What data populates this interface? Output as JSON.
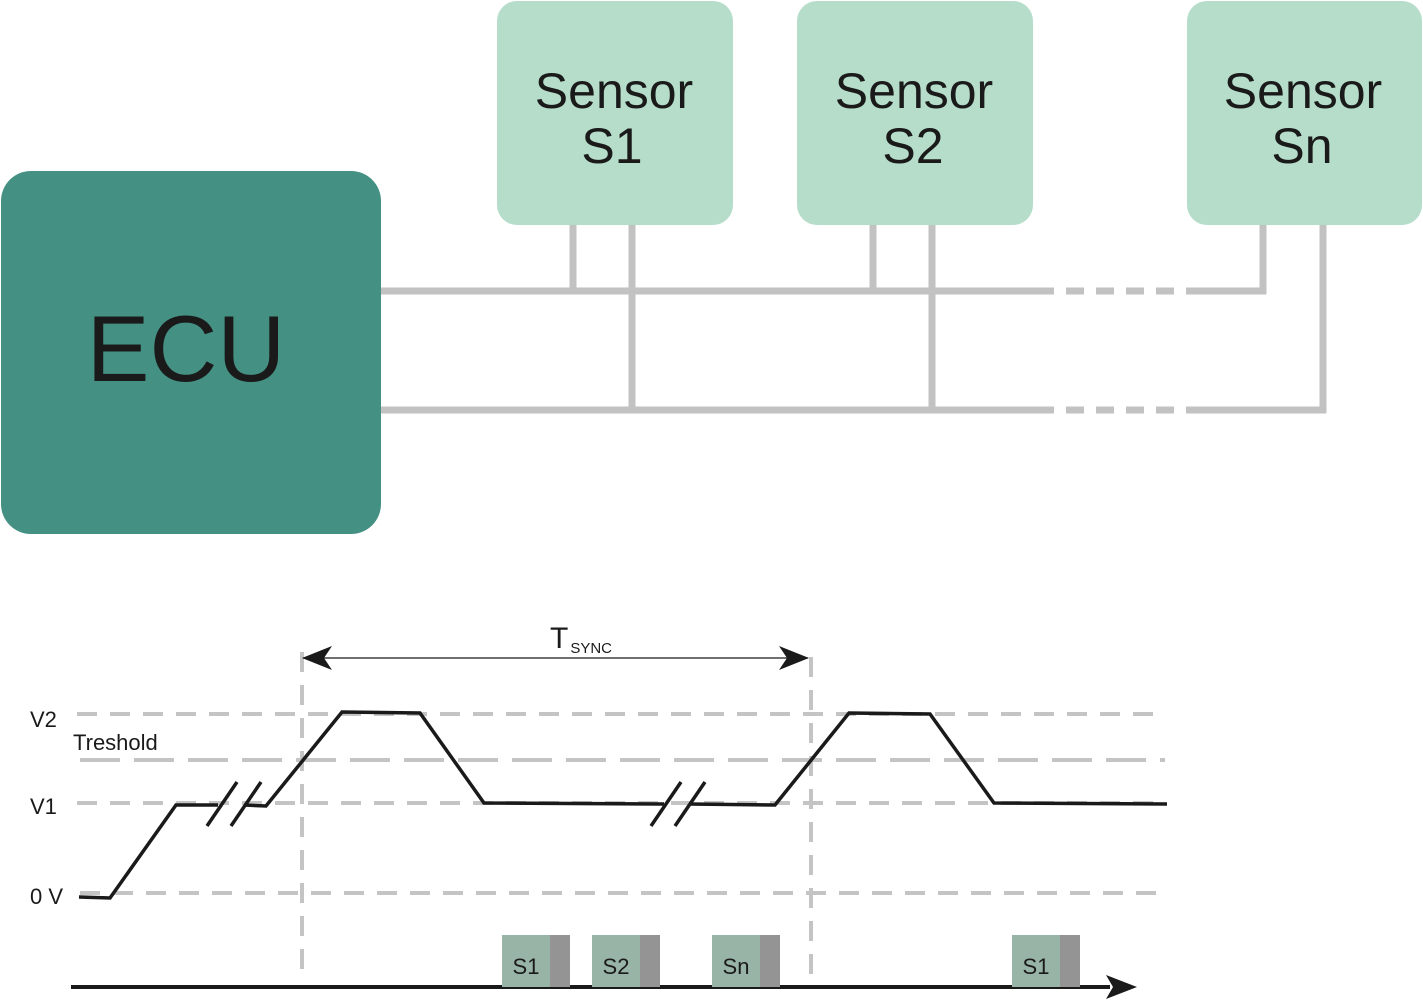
{
  "title": "ECU sensor bus synchronization diagram",
  "colors": {
    "ecu_fill": "#449184",
    "sensor_fill": "#b5ddca",
    "bus_line": "#c2c2c2",
    "signal_line": "#1a1a1a",
    "guide_dash": "#c4c4c4",
    "slot_fill": "#98b4a6",
    "slot_tail": "#949494"
  },
  "ecu": {
    "label": "ECU"
  },
  "sensors": [
    {
      "id": "s1",
      "line1": "Sensor",
      "line2": "S1"
    },
    {
      "id": "s2",
      "line1": "Sensor",
      "line2": "S2"
    },
    {
      "id": "sn",
      "line1": "Sensor",
      "line2": "Sn"
    }
  ],
  "timing": {
    "period_label_main": "T",
    "period_label_sub": "SYNC",
    "levels": [
      {
        "id": "v2",
        "label": "V2"
      },
      {
        "id": "threshold",
        "label": "Treshold"
      },
      {
        "id": "v1",
        "label": "V1"
      },
      {
        "id": "zero",
        "label": "0 V"
      }
    ],
    "slots": [
      {
        "id": "slot-s1-a",
        "label": "S1"
      },
      {
        "id": "slot-s2",
        "label": "S2"
      },
      {
        "id": "slot-sn",
        "label": "Sn"
      },
      {
        "id": "slot-s1-b",
        "label": "S1"
      }
    ]
  }
}
